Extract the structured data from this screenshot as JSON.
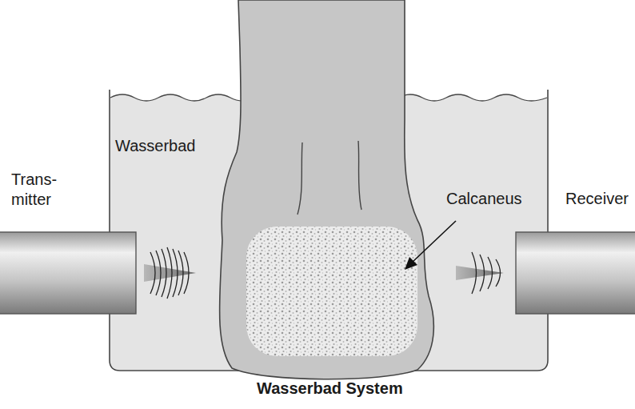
{
  "diagram": {
    "caption": "Wasserbad System",
    "labels": [
      "Wasserbad",
      "Trans- mitter",
      "Calcaneus",
      "Receiver"
    ]
  }
}
